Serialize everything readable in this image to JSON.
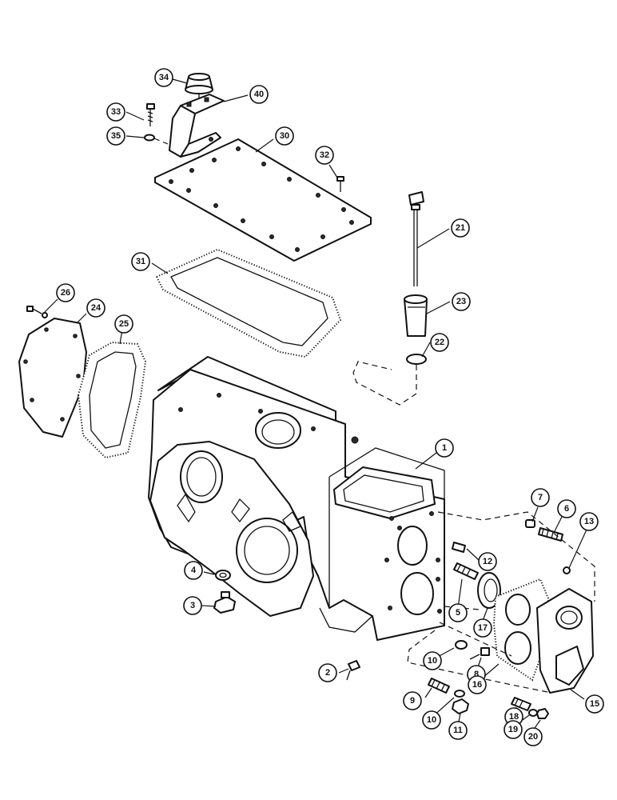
{
  "diagram": {
    "callouts": [
      {
        "id": "34",
        "label": "34"
      },
      {
        "id": "40",
        "label": "40"
      },
      {
        "id": "33",
        "label": "33"
      },
      {
        "id": "35",
        "label": "35"
      },
      {
        "id": "30",
        "label": "30"
      },
      {
        "id": "32",
        "label": "32"
      },
      {
        "id": "21",
        "label": "21"
      },
      {
        "id": "31",
        "label": "31"
      },
      {
        "id": "26",
        "label": "26"
      },
      {
        "id": "24",
        "label": "24"
      },
      {
        "id": "25",
        "label": "25"
      },
      {
        "id": "23",
        "label": "23"
      },
      {
        "id": "22",
        "label": "22"
      },
      {
        "id": "1",
        "label": "1"
      },
      {
        "id": "7",
        "label": "7"
      },
      {
        "id": "6",
        "label": "6"
      },
      {
        "id": "13",
        "label": "13"
      },
      {
        "id": "12",
        "label": "12"
      },
      {
        "id": "4",
        "label": "4"
      },
      {
        "id": "3",
        "label": "3"
      },
      {
        "id": "5",
        "label": "5"
      },
      {
        "id": "17",
        "label": "17"
      },
      {
        "id": "10a",
        "label": "10"
      },
      {
        "id": "8",
        "label": "8"
      },
      {
        "id": "2",
        "label": "2"
      },
      {
        "id": "16",
        "label": "16"
      },
      {
        "id": "15",
        "label": "15"
      },
      {
        "id": "9",
        "label": "9"
      },
      {
        "id": "10b",
        "label": "10"
      },
      {
        "id": "11",
        "label": "11"
      },
      {
        "id": "18",
        "label": "18"
      },
      {
        "id": "19",
        "label": "19"
      },
      {
        "id": "20",
        "label": "20"
      }
    ]
  }
}
